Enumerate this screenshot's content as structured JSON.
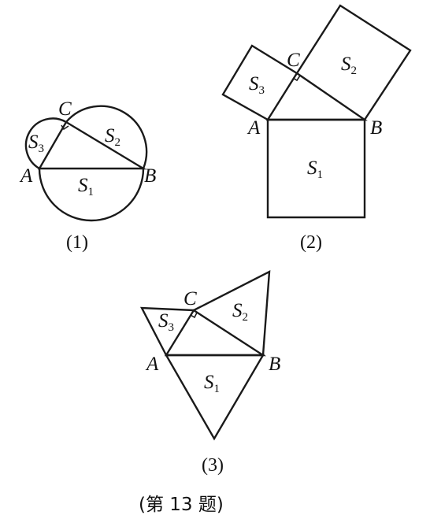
{
  "figures": [
    {
      "caption": "(1)",
      "points": {
        "A": "A",
        "B": "B",
        "C": "C"
      },
      "areas": [
        {
          "letter": "S",
          "sub": "1"
        },
        {
          "letter": "S",
          "sub": "2"
        },
        {
          "letter": "S",
          "sub": "3"
        }
      ]
    },
    {
      "caption": "(2)",
      "points": {
        "A": "A",
        "B": "B",
        "C": "C"
      },
      "areas": [
        {
          "letter": "S",
          "sub": "1"
        },
        {
          "letter": "S",
          "sub": "2"
        },
        {
          "letter": "S",
          "sub": "3"
        }
      ]
    },
    {
      "caption": "(3)",
      "points": {
        "A": "A",
        "B": "B",
        "C": "C"
      },
      "areas": [
        {
          "letter": "S",
          "sub": "1"
        },
        {
          "letter": "S",
          "sub": "2"
        },
        {
          "letter": "S",
          "sub": "3"
        }
      ]
    }
  ],
  "problem_caption": "(第 13 题)",
  "colors": {
    "ink": "#1a1a1a",
    "background": "#ffffff"
  }
}
